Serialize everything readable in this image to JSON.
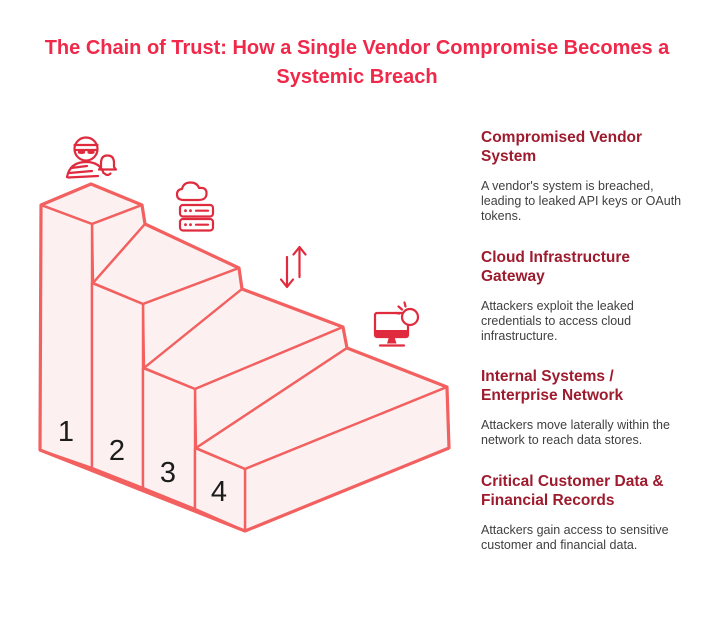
{
  "title": "The Chain of Trust: How a Single Vendor Compromise Becomes a Systemic Breach",
  "colors": {
    "title": "#f0294a",
    "heading": "#9e1b2e",
    "body": "#3f3f3f",
    "stroke": "#f26060",
    "fillc": "#fcf0f0",
    "icon": "#e02a3e",
    "number": "#1c1c1c"
  },
  "diagram": {
    "steps": [
      {
        "number": "1",
        "icon": "hacker-alert-icon"
      },
      {
        "number": "2",
        "icon": "cloud-server-icon"
      },
      {
        "number": "3",
        "icon": "up-down-arrows-icon"
      },
      {
        "number": "4",
        "icon": "monitor-alert-icon"
      }
    ]
  },
  "sections": [
    {
      "heading": "Compromised Vendor System",
      "body": "A vendor's system is breached, leading to leaked API keys or OAuth tokens."
    },
    {
      "heading": "Cloud Infrastructure Gateway",
      "body": "Attackers exploit the leaked credentials to access cloud infrastructure."
    },
    {
      "heading": "Internal Systems / Enterprise Network",
      "body": "Attackers move laterally within the network to reach data stores."
    },
    {
      "heading": "Critical Customer Data & Financial Records",
      "body": "Attackers gain access to sensitive customer and financial data."
    }
  ]
}
